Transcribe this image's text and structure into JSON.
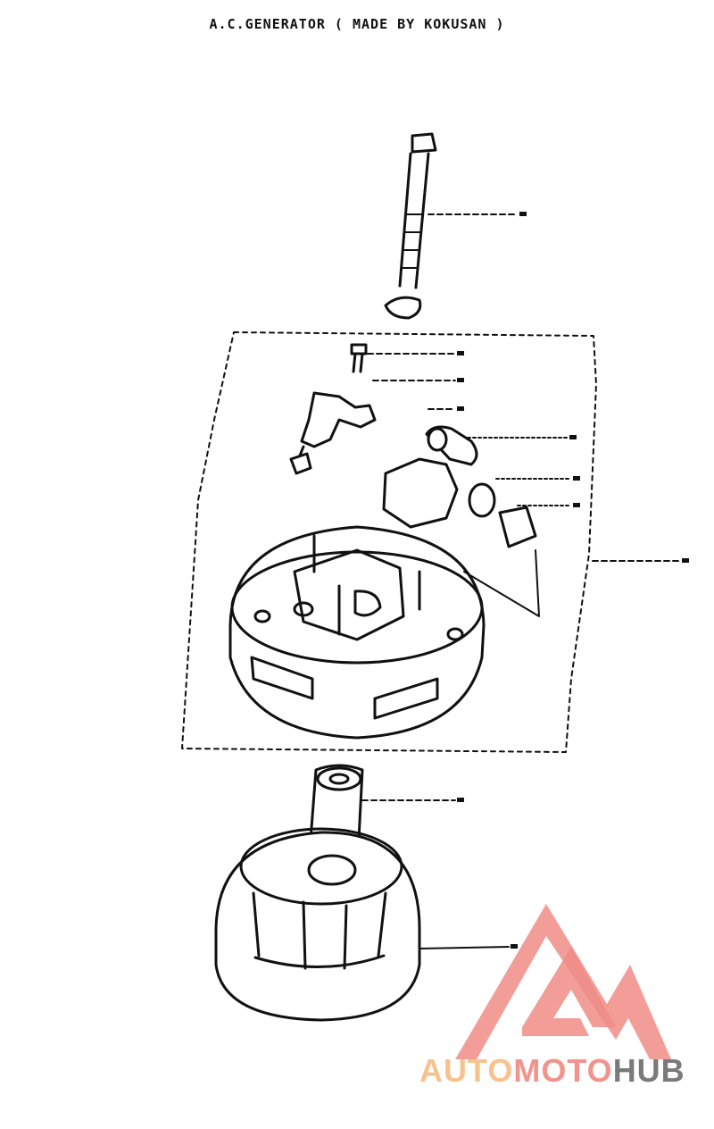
{
  "title": "A.C.GENERATOR ( MADE BY KOKUSAN )",
  "watermark": {
    "part1": "AUTO",
    "part2": "MOTO",
    "part3": "HUB",
    "colors": {
      "auto": "#f6c38e",
      "moto": "#f2948d",
      "hub": "#7a7a7a",
      "mark": "#f08c86"
    }
  },
  "ink_color": "#111111"
}
